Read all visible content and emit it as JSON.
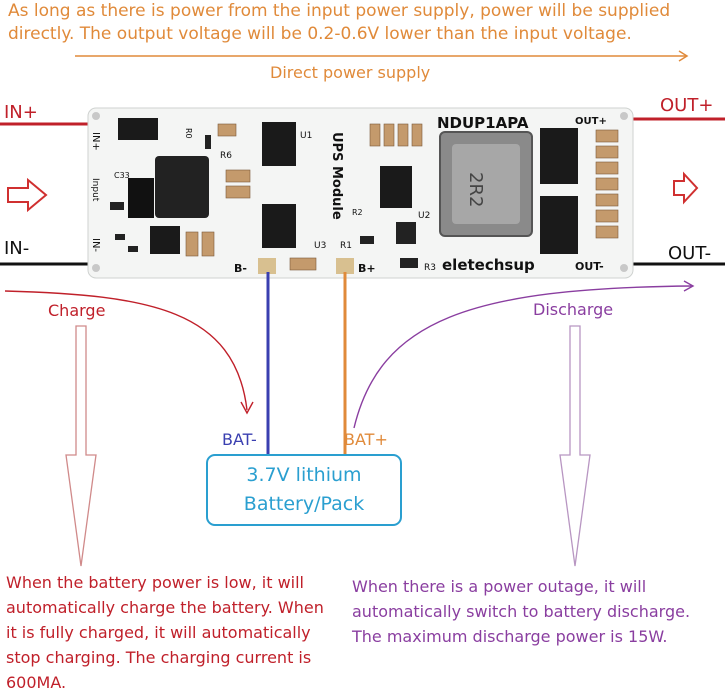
{
  "top_note": "As long as there is power from the input power supply, power will be supplied directly. The output voltage will be 0.2-0.6V lower than the input voltage.",
  "direct_label": "Direct power supply",
  "terminals": {
    "in_plus": "IN+",
    "in_minus": "IN-",
    "out_plus": "OUT+",
    "out_minus": "OUT-"
  },
  "flow": {
    "charge": "Charge",
    "discharge": "Discharge"
  },
  "battery": {
    "neg": "BAT-",
    "pos": "BAT+",
    "line1": "3.7V lithium",
    "line2": "Battery/Pack"
  },
  "notes": {
    "charge": "When the battery power is low, it will automatically charge the battery. When it is fully charged, it will automatically stop charging. The charging current is 600MA.",
    "discharge": "When there is a power outage, it will automatically switch to battery discharge. The maximum discharge power is 15W."
  },
  "board": {
    "model": "NDUP1APA",
    "brand": "eletechsup",
    "module": "UPS Module",
    "input": "Input",
    "in_plus": "IN+",
    "in_minus": "IN-",
    "out_plus": "OUT+",
    "out_minus": "OUT-",
    "b_minus": "B-",
    "b_plus": "B+",
    "refs": [
      "R0",
      "R6",
      "U1",
      "C33",
      "U3",
      "R1",
      "R2",
      "U2",
      "R3"
    ],
    "inductor_mark": "2R2"
  },
  "colors": {
    "orange": "#e08a3a",
    "red": "#c0202a",
    "purple": "#8a3ea0",
    "blue": "#3a3fb0",
    "cyan": "#2a9fd0"
  }
}
